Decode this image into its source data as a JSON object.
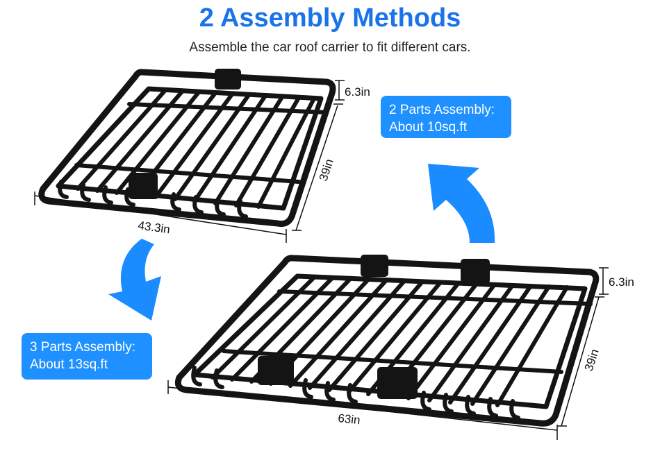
{
  "header": {
    "title": "2 Assembly Methods",
    "subtitle": "Assemble the car roof carrier to fit different cars."
  },
  "callouts": {
    "two_parts": {
      "line1": "2 Parts Assembly:",
      "line2": "About 10sq.ft"
    },
    "three_parts": {
      "line1": "3 Parts Assembly:",
      "line2": "About 13sq.ft"
    }
  },
  "small_carrier": {
    "width": "43.3in",
    "depth": "39in",
    "height": "6.3in"
  },
  "large_carrier": {
    "width": "63in",
    "depth": "39in",
    "height": "6.3in"
  },
  "colors": {
    "title": "#1a73e8",
    "callout_bg": "#1e90ff",
    "arrow": "#1a8cff",
    "rack": "#141414"
  },
  "icons": {
    "arrow_up": "curved-arrow-up-icon",
    "arrow_down": "curved-arrow-down-icon"
  }
}
